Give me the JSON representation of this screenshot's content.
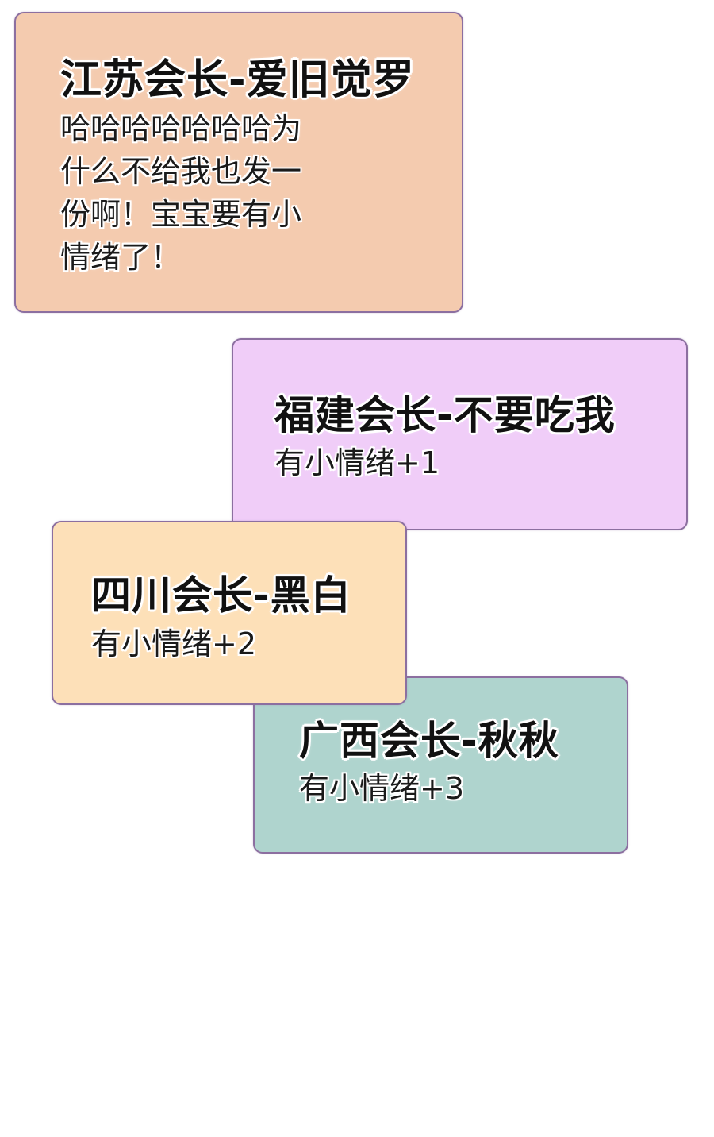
{
  "cards": [
    {
      "id": "jiangsu",
      "title": "江苏会长-爱旧觉罗",
      "body": "哈哈哈哈哈哈哈为\n什么不给我也发一\n份啊！宝宝要有小\n情绪了！",
      "background": "#f4cbaf"
    },
    {
      "id": "fujian",
      "title": "福建会长-不要吃我",
      "body": "有小情绪+1",
      "background": "#f0cdf8"
    },
    {
      "id": "sichuan",
      "title": "四川会长-黑白",
      "body": "有小情绪+2",
      "background": "#fde0b8"
    },
    {
      "id": "guangxi",
      "title": "广西会长-秋秋",
      "body": "有小情绪+3",
      "background": "#afd4ce"
    }
  ],
  "colors": {
    "border": "#8c6fa0",
    "text": "#111111",
    "page_background": "#ffffff"
  }
}
